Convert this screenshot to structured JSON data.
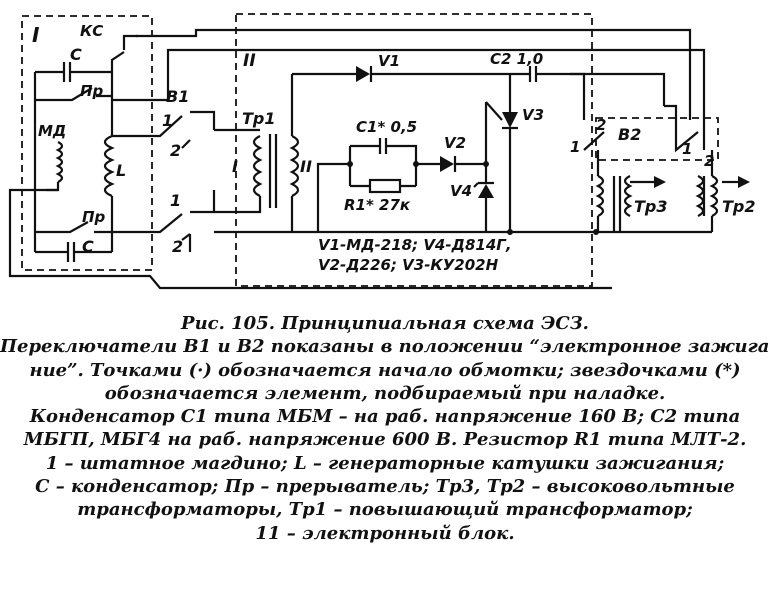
{
  "diagram": {
    "block_labels": {
      "block1": "I",
      "block2": "II"
    },
    "components": {
      "ks": "КС",
      "c_top": "С",
      "pr_top": "Пр",
      "md": "МД",
      "l": "L",
      "pr_bottom": "Пр",
      "c_bottom": "С",
      "b1": "В1",
      "tr1": "Тр1",
      "tr1_winding1": "I",
      "tr1_winding2": "II",
      "v1": "V1",
      "c2": "С2 1,0",
      "c1": "С1* 0,5",
      "v2": "V2",
      "v3": "V3",
      "r1": "R1* 27к",
      "v4": "V4",
      "b2": "В2",
      "tr3": "Тр3",
      "tr2": "Тр2"
    },
    "switch_positions": {
      "one": "1",
      "two": "2"
    },
    "specs": {
      "line1": "V1-МД-218; V4-Д814Г,",
      "line2": "V2-Д226; V3-КУ202Н"
    }
  },
  "caption": [
    "Рис. 105. Принципиальная схема ЭСЗ.",
    "Переключатели В1 и В2 показаны в положении “электронное зажига-",
    "ние”. Точками (·) обозначается начало обмотки; звездочками (*)",
    "обозначается элемент, подбираемый при наладке.",
    "Конденсатор С1 типа МБМ – на раб. напряжение 160 В; С2 типа",
    "МБГП, МБГ4 на раб. напряжение 600 В. Резистор R1 типа МЛТ-2.",
    "1 – штатное магдино; L – генераторные катушки зажигания;",
    "С – конденсатор; Пр – прерыватель; Тр3, Тр2 – высоковольтные",
    "трансформаторы, Тр1 – повышающий трансформатор;",
    "11 – электронный блок."
  ]
}
